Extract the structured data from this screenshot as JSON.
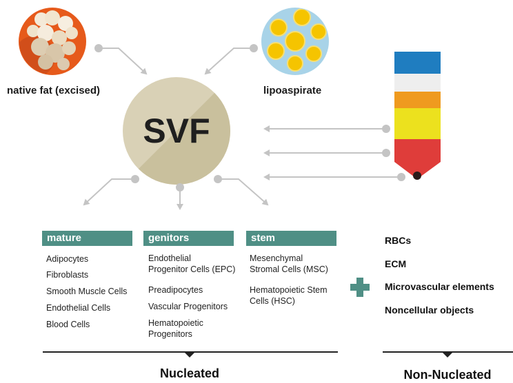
{
  "center": {
    "label": "SVF"
  },
  "sources": {
    "native_fat": "native fat (excised)",
    "lipoaspirate": "lipoaspirate"
  },
  "categories": [
    {
      "header": "mature",
      "items": [
        "Adipocytes",
        "Fibroblasts",
        "Smooth Muscle Cells",
        "Endothelial Cells",
        "Blood Cells"
      ]
    },
    {
      "header": "genitors",
      "items": [
        "Endothelial\nProgenitor Cells (EPC)",
        "Preadipocytes",
        "Vascular Progenitors",
        "Hematopoietic\nProgenitors"
      ]
    },
    {
      "header": "stem",
      "items": [
        "Mesenchymal\nStromal Cells (MSC)",
        "Hematopoietic Stem\nCells (HSC)"
      ]
    }
  ],
  "non_nucleated_items": [
    "RBCs",
    "ECM",
    "Microvascular elements",
    "Noncellular objects"
  ],
  "group_labels": {
    "nucleated": "Nucleated",
    "non_nucleated": "Non-Nucleated"
  },
  "colors": {
    "header_teal": "#4f8f85",
    "plus_teal": "#4f8f85",
    "svf_circle": "#d9d1b6",
    "svf_circle_dark": "#c9c09d",
    "arrow_gray": "#c4c4c4",
    "fat_orange": "#e65a1b",
    "lipo_blue": "#a8d3e8",
    "droplet_yellow": "#f5c400",
    "tube_blue": "#1f7dc0",
    "tube_orange": "#ef9a1f",
    "tube_yellow": "#ece11e",
    "tube_red": "#df3d3a"
  },
  "icons": [
    "plus-icon",
    "arrow-icon",
    "test-tube-icon"
  ]
}
